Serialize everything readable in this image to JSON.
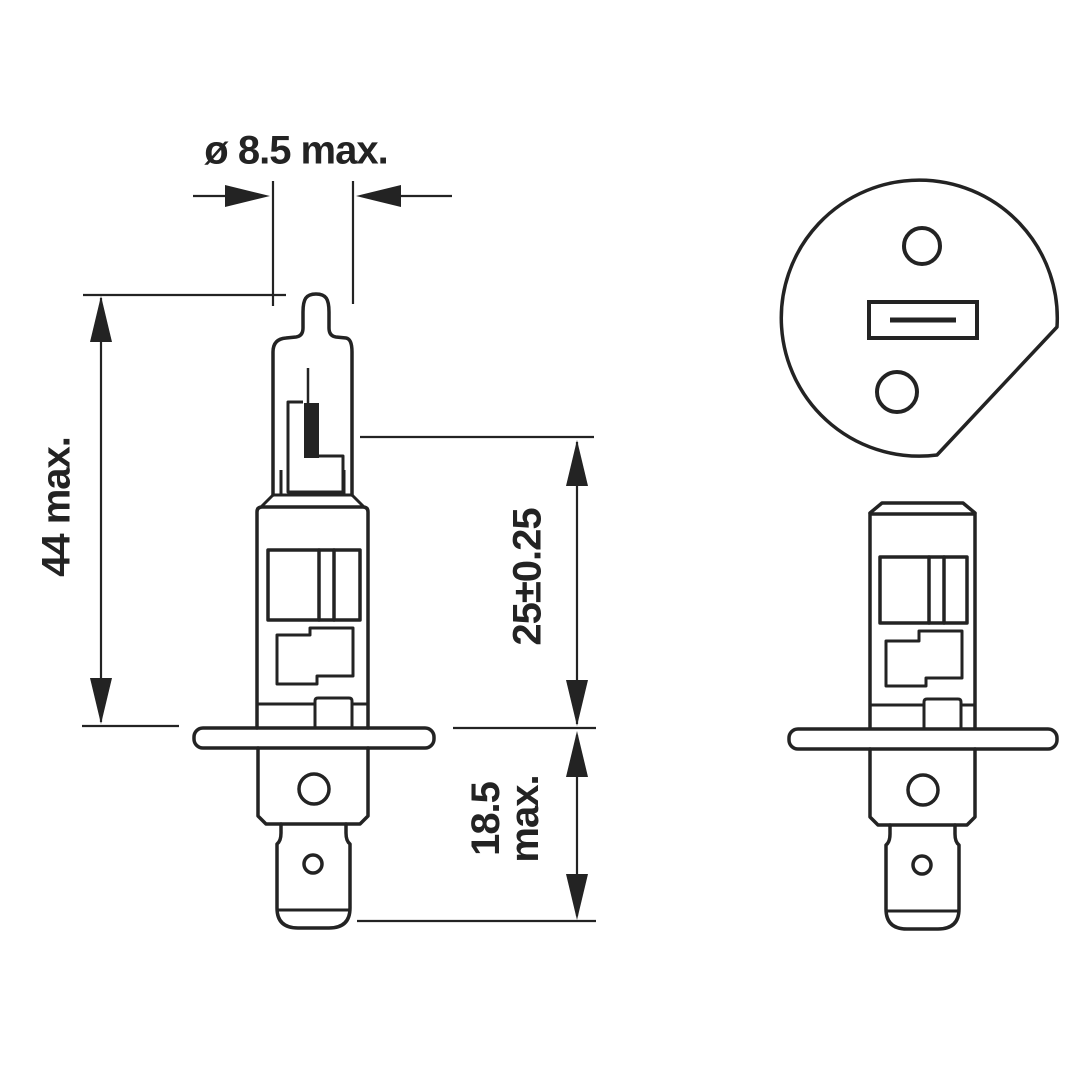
{
  "canvas": {
    "background": "#ffffff",
    "line_color": "#232323"
  },
  "drawing": {
    "dimensions": {
      "diameter": {
        "label": "ø 8.5 max."
      },
      "overall_length": {
        "label": "44 max."
      },
      "light_center_length": {
        "label": "25±0.25"
      },
      "base_length": {
        "line1": "18.5",
        "line2": "max."
      }
    }
  }
}
